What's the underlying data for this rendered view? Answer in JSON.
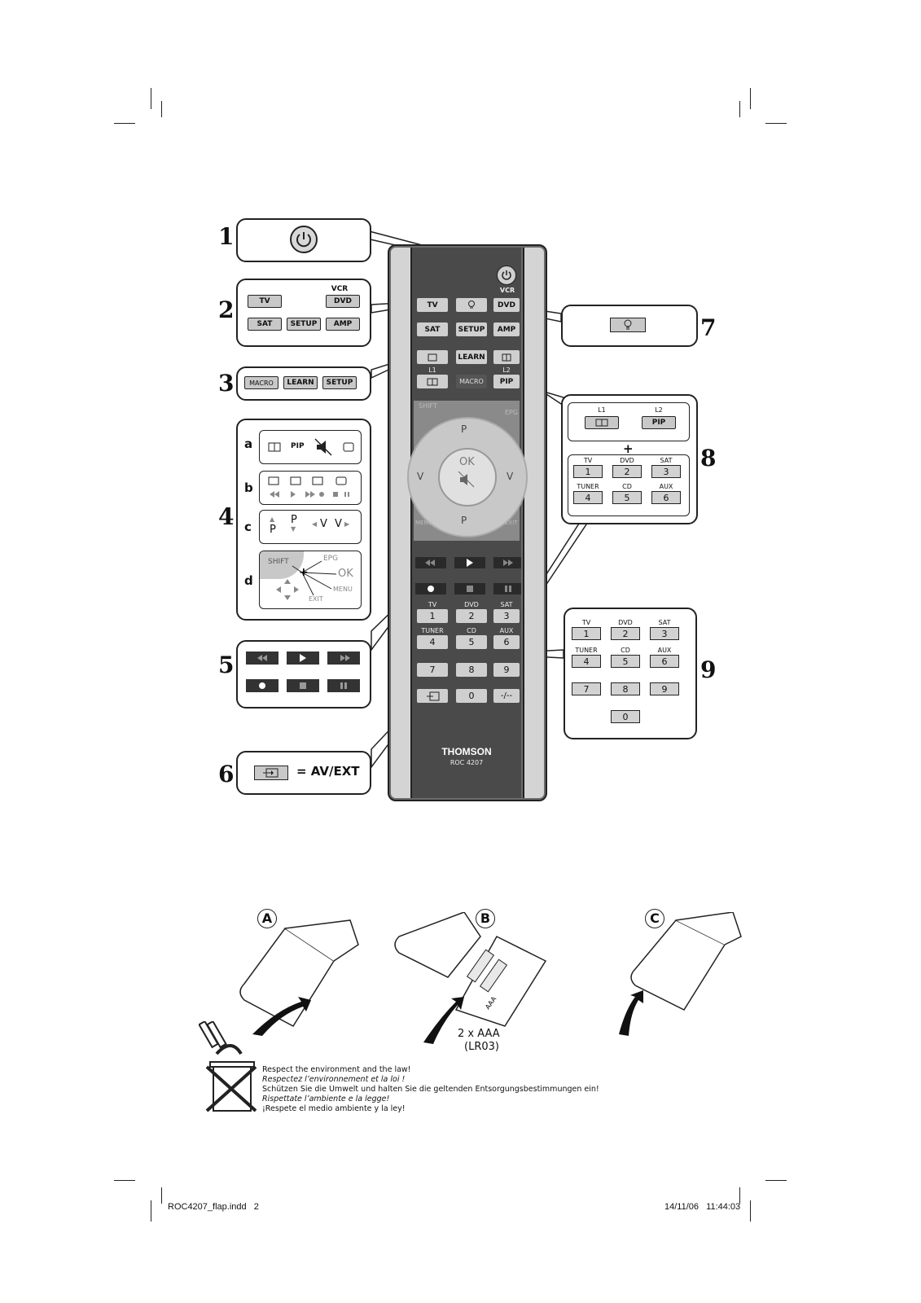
{
  "callouts": {
    "n1": "1",
    "n2": "2",
    "n3": "3",
    "n4": "4",
    "n5": "5",
    "n6": "6",
    "n7": "7",
    "n8": "8",
    "n9": "9",
    "sub_a": "a",
    "sub_b": "b",
    "sub_c": "c",
    "sub_d": "d",
    "c2": {
      "vcr": "VCR",
      "tv": "TV",
      "dvd": "DVD",
      "sat": "SAT",
      "setup": "SETUP",
      "amp": "AMP"
    },
    "c3": {
      "macro": "MACRO",
      "learn": "LEARN",
      "setup": "SETUP"
    },
    "c4a": {
      "pip": "PIP"
    },
    "c4c": {
      "p": "P",
      "v": "V"
    },
    "c4d": {
      "shift": "SHIFT",
      "epg": "EPG",
      "ok": "OK",
      "menu": "MENU",
      "exit": "EXIT"
    },
    "c6": {
      "text": "= AV/EXT"
    },
    "c8": {
      "l1": "L1",
      "l2": "L2",
      "pip": "PIP",
      "plus": "+"
    },
    "numpad_labels": [
      "TV",
      "DVD",
      "SAT",
      "TUNER",
      "CD",
      "AUX"
    ],
    "numpad_keys": [
      "1",
      "2",
      "3",
      "4",
      "5",
      "6",
      "7",
      "8",
      "9",
      "0"
    ]
  },
  "remote": {
    "vcr": "VCR",
    "tv": "TV",
    "dvd": "DVD",
    "sat": "SAT",
    "setup": "SETUP",
    "amp": "AMP",
    "learn": "LEARN",
    "macro": "MACRO",
    "l1": "L1",
    "l2": "L2",
    "pip": "PIP",
    "shift": "SHIFT",
    "epg": "EPG",
    "ok": "OK",
    "p": "P",
    "v": "V",
    "menu": "MENU",
    "exit": "EXIT",
    "minus": "-/--",
    "brand": "THOMSON",
    "model": "ROC 4207"
  },
  "battery": {
    "step_a": "A",
    "step_b": "B",
    "step_c": "C",
    "battery_count": "2 x AAA",
    "battery_type": "(LR03)",
    "aaa": "AAA"
  },
  "disposal": [
    "Respect the environment and the law!",
    "Respectez l’environnement et la loi !",
    "Schützen Sie die Umwelt und halten Sie die geltenden Entsorgungsbestimmungen ein!",
    "Rispettate l’ambiente e la legge!",
    "¡Respete el medio ambiente y la ley!"
  ],
  "footer": {
    "file": "ROC4207_flap.indd   2",
    "date": "14/11/06   11:44:03"
  }
}
